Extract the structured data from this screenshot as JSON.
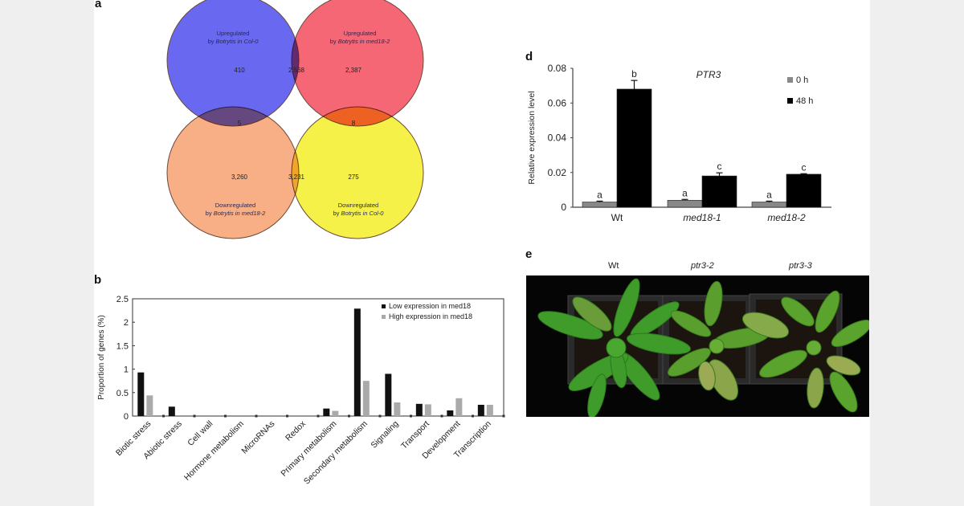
{
  "panels": {
    "a": {
      "label": "a",
      "type": "venn",
      "sets": [
        {
          "name": "up_col0",
          "line1": "Upregulated",
          "line2_pre": "by ",
          "line2_it": "Botrytis",
          "line2_post": " in Col-0",
          "color": "#5b5bf0"
        },
        {
          "name": "up_med18",
          "line1": "Upregulated",
          "line2_pre": "by ",
          "line2_it": "Botrytis",
          "line2_post": " in med18-2",
          "color": "#f55a6a"
        },
        {
          "name": "down_med18",
          "line1": "Downregulated",
          "line2_pre": "by ",
          "line2_it": "Botrytis",
          "line2_post": " in med18-2",
          "color": "#f7a87c"
        },
        {
          "name": "down_col0",
          "line1": "Downregulated",
          "line2_pre": "by ",
          "line2_it": "Botrytis",
          "line2_post": " in Col-0",
          "color": "#f5f03a"
        }
      ],
      "counts": {
        "up_col0_only": "410",
        "up_both": "2,568",
        "up_med18_only": "2,387",
        "upcol0_downmed18": "5",
        "upmed18_downcol0": "8",
        "down_med18_only": "3,260",
        "down_both": "3,231",
        "down_col0_only": "275"
      }
    },
    "b": {
      "label": "b"
    },
    "d": {
      "label": "d"
    },
    "e": {
      "label": "e",
      "type": "photo",
      "columns": [
        "Wt",
        "ptr3-2",
        "ptr3-3"
      ]
    }
  },
  "chart_data": [
    {
      "panel": "b",
      "type": "bar",
      "title": "",
      "xlabel": "",
      "ylabel": "Proportion of genes (%)",
      "ylim": [
        0,
        2.5
      ],
      "yticks": [
        "0",
        "0.5",
        "1",
        "1.5",
        "2",
        "2.5"
      ],
      "categories": [
        "Biotic stress",
        "Abiotic stress",
        "Cell wall",
        "Hormone metabolism",
        "MicroRNAs",
        "Redox",
        "Primary metabolism",
        "Secondary metabolism",
        "Signaling",
        "Transport",
        "Development",
        "Transcription"
      ],
      "series": [
        {
          "name": "Low expression in med18",
          "color": "#111111",
          "values": [
            0.93,
            0.2,
            0,
            0,
            0,
            0,
            0.16,
            2.29,
            0.9,
            0.26,
            0.12,
            0.24
          ]
        },
        {
          "name": "High expression in med18",
          "color": "#aaaaaa",
          "values": [
            0.44,
            0,
            0,
            0,
            0,
            0,
            0.11,
            0.75,
            0.29,
            0.25,
            0.38,
            0.24
          ]
        }
      ],
      "legend_position": "top-right",
      "grid": false
    },
    {
      "panel": "d",
      "type": "bar",
      "title": "PTR3",
      "xlabel": "",
      "ylabel": "Relative expression level",
      "ylim": [
        0,
        0.08
      ],
      "yticks": [
        "0",
        "0.02",
        "0.04",
        "0.06",
        "0.08"
      ],
      "categories": [
        "Wt",
        "med18-1",
        "med18-2"
      ],
      "series": [
        {
          "name": "0 h",
          "color": "#888888",
          "values": [
            0.003,
            0.004,
            0.003
          ],
          "errors": [
            0.0005,
            0.0005,
            0.0005
          ],
          "letters": [
            "a",
            "a",
            "a"
          ]
        },
        {
          "name": "48 h",
          "color": "#000000",
          "values": [
            0.068,
            0.018,
            0.019
          ],
          "errors": [
            0.005,
            0.0018,
            0.0003
          ],
          "letters": [
            "b",
            "c",
            "c"
          ]
        }
      ],
      "legend_position": "top-right",
      "grid": false
    }
  ]
}
